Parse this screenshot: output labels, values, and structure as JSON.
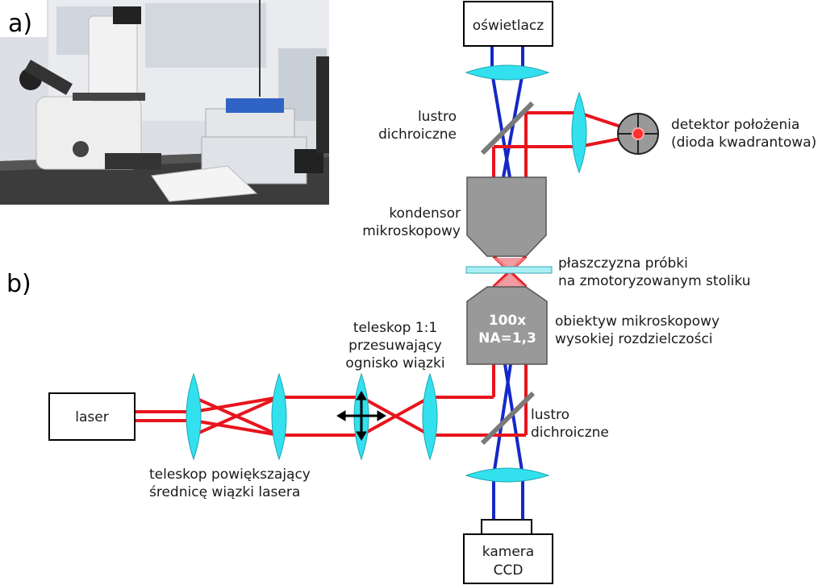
{
  "panels": {
    "a": "a)",
    "b": "b)"
  },
  "boxes": {
    "illuminator": "oświetlacz",
    "laser": "laser",
    "camera_line1": "kamera",
    "camera_line2": "CCD"
  },
  "objective": {
    "line1": "100x",
    "line2": "NA=1,3"
  },
  "labels": {
    "dichroic_top_1": "lustro",
    "dichroic_top_2": "dichroiczne",
    "detector_1": "detektor położenia",
    "detector_2": "(dioda kwadrantowa)",
    "condenser_1": "kondensor",
    "condenser_2": "mikroskopowy",
    "sample_1": "płaszczyzna próbki",
    "sample_2": "na zmotoryzowanym stoliku",
    "objective_1": "obiektyw mikroskopowy",
    "objective_2": "wysokiej rozdzielczości",
    "telescope_shift_1": "teleskop 1:1",
    "telescope_shift_2": "przesuwający",
    "telescope_shift_3": "ognisko wiązki",
    "dichroic_bottom_1": "lustro",
    "dichroic_bottom_2": "dichroiczne",
    "expander_1": "teleskop powiększający",
    "expander_2": "średnicę wiązki lasera"
  },
  "colors": {
    "laser_beam": "#e8141c",
    "illumination_beam": "#1428c8",
    "lens": "#33e0ee",
    "optics_gray": "#999999",
    "box_outline": "#000000"
  },
  "photo": {
    "icon": "microscope-photo"
  }
}
